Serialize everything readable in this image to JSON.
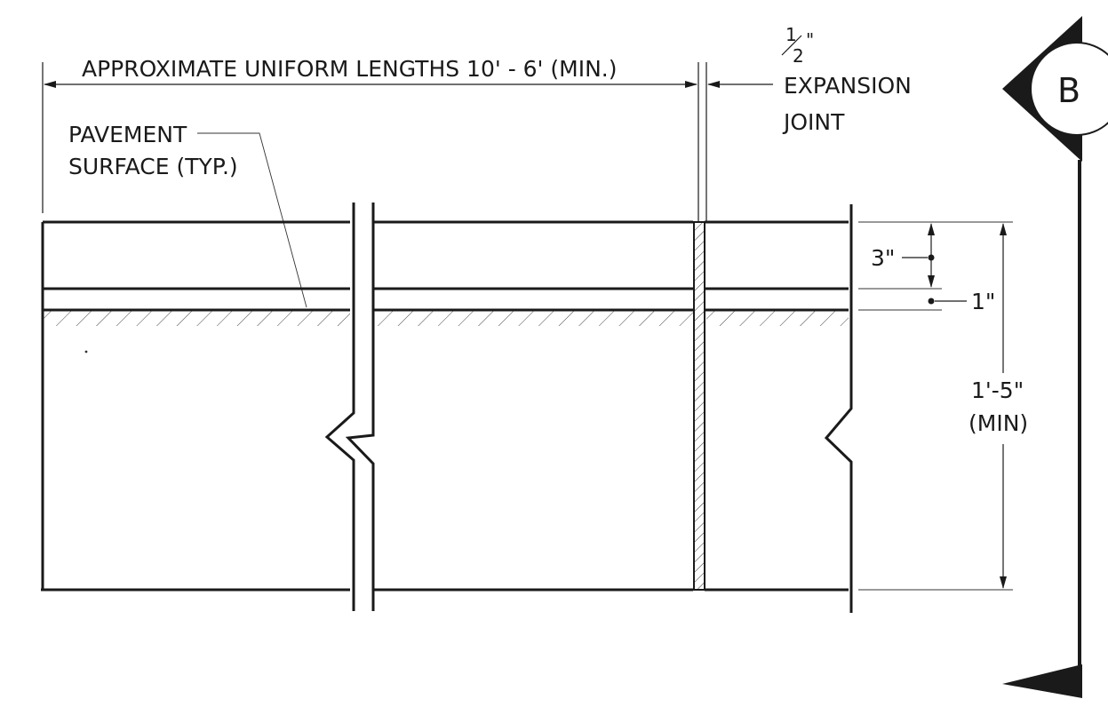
{
  "dimensions": {
    "length_label": "APPROXIMATE UNIFORM LENGTHS 10' - 6' (MIN.)",
    "joint_fraction_numerator": "1",
    "joint_fraction_denominator": "2",
    "joint_fraction_unit": "\"",
    "joint_label_line1": "EXPANSION",
    "joint_label_line2": "JOINT",
    "top_depth": "3\"",
    "wearing_depth": "1\"",
    "total_depth_line1": "1'-5\"",
    "total_depth_line2": "(MIN)"
  },
  "callout": {
    "pavement_line1": "PAVEMENT",
    "pavement_line2": "SURFACE (TYP.)"
  },
  "section_marker": {
    "letter": "B"
  }
}
